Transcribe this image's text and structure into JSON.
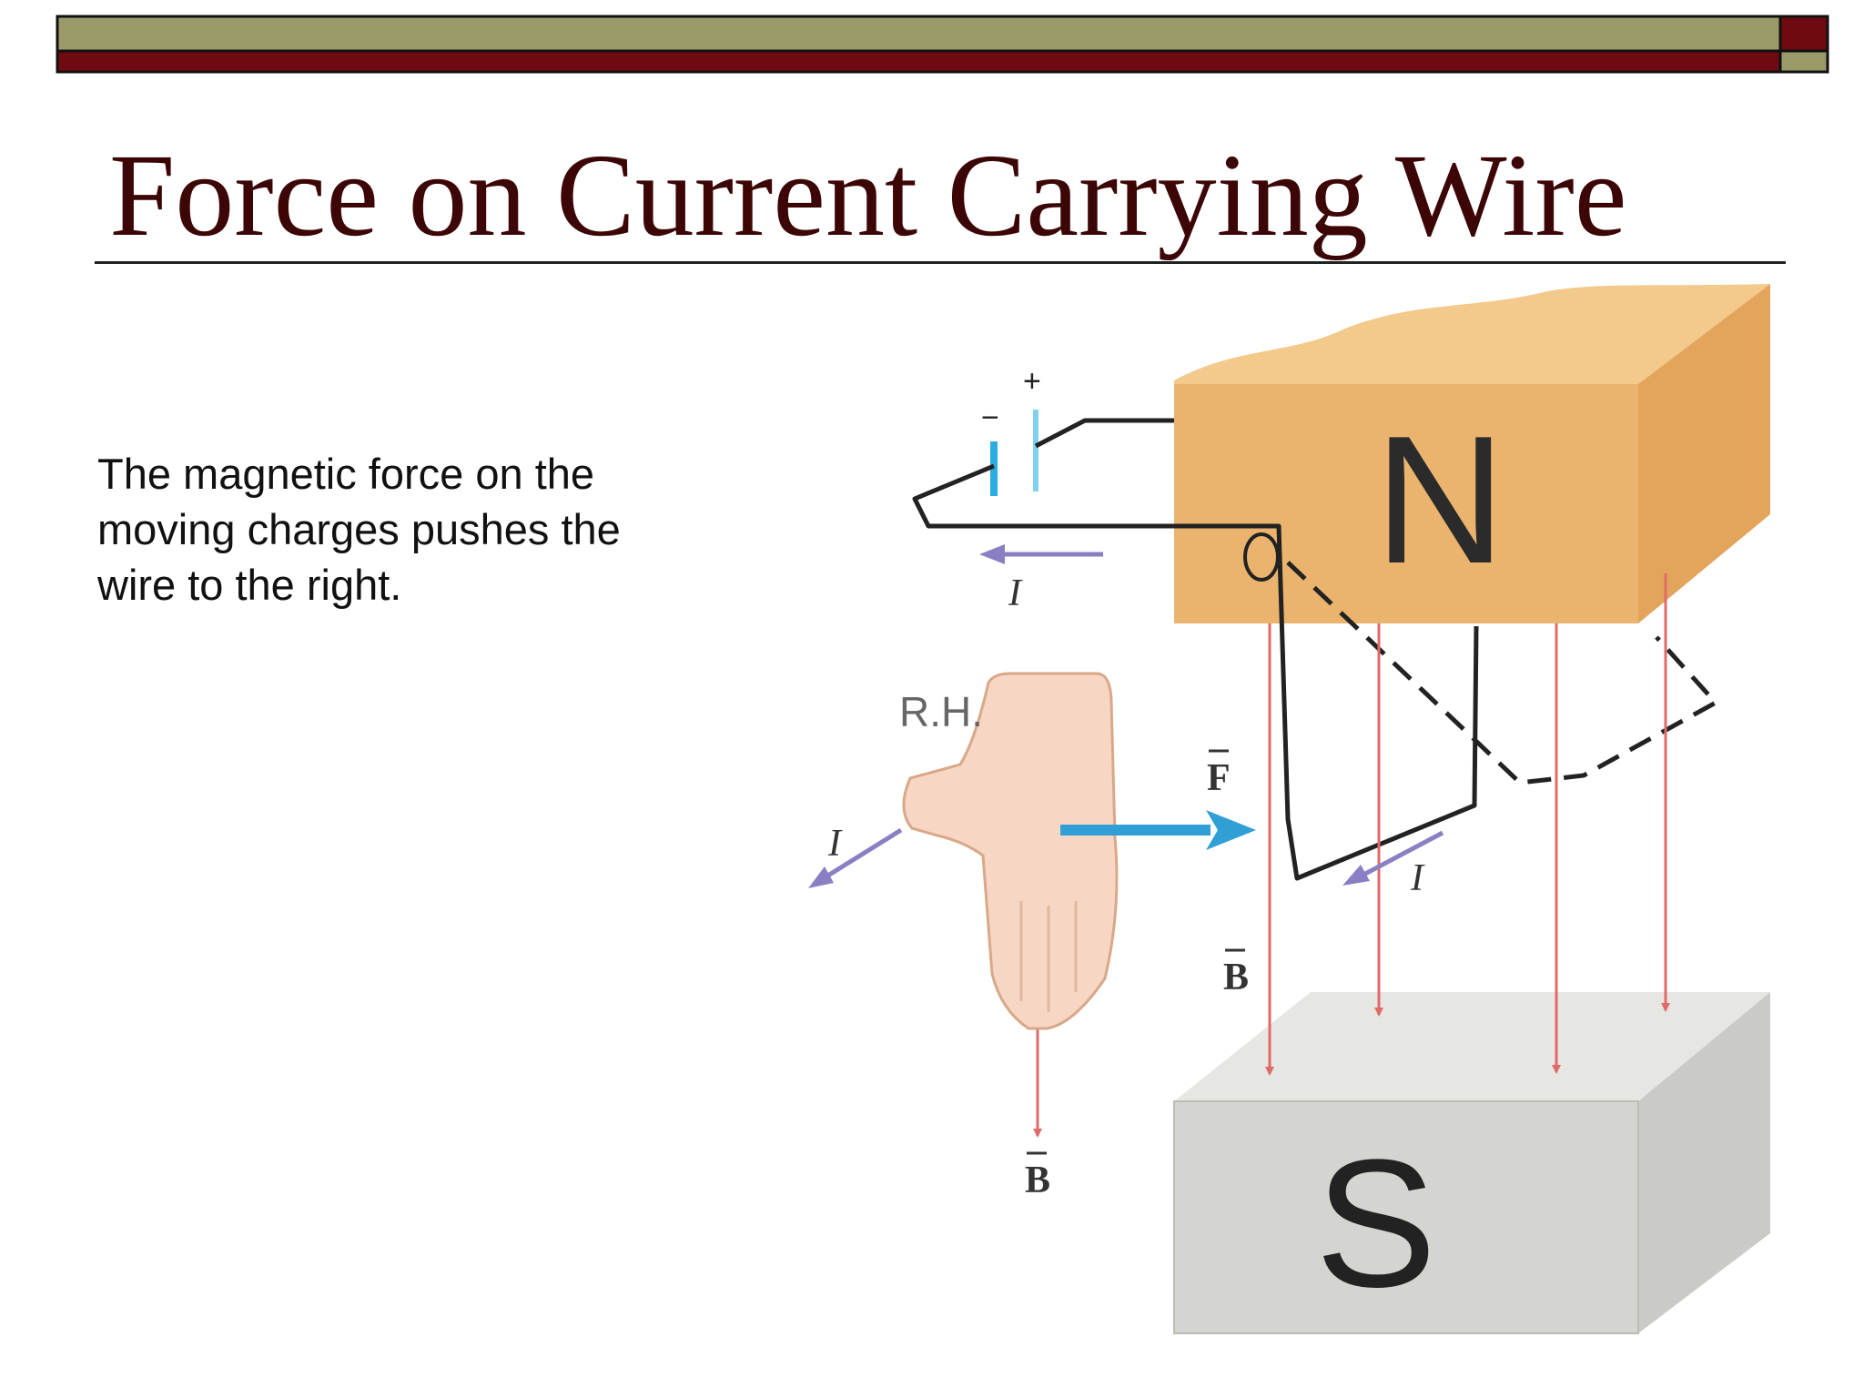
{
  "slide": {
    "title": "Force on Current Carrying Wire",
    "body_text": "The magnetic force on the\nmoving charges pushes the\nwire to the right."
  },
  "figure": {
    "north_label": "N",
    "south_label": "S",
    "hand_label": "R.H.",
    "force_label": "F",
    "field_label": "B",
    "current_label": "I",
    "battery_plus": "+",
    "battery_minus": "−"
  },
  "colors": {
    "banner_olive": "#9b9b6a",
    "banner_maroon": "#6e0a10",
    "title": "#3d0606",
    "north_magnet": "#eab46e",
    "south_magnet": "#d4d4d0",
    "field_arrow": "#e06a6a",
    "current_arrow": "#8b7fc4",
    "force_arrow": "#2f9fd6"
  }
}
